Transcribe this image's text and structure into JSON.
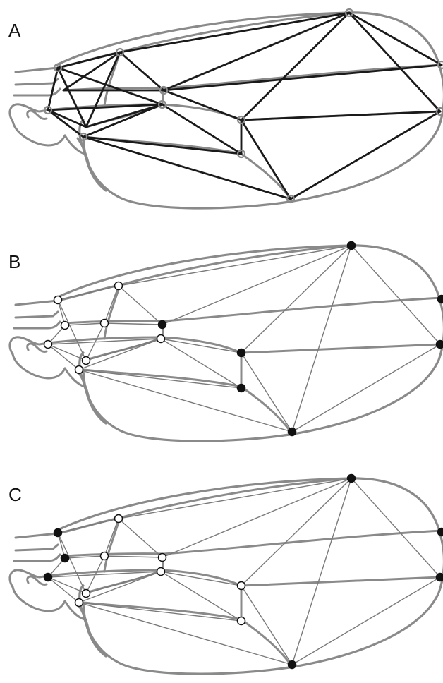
{
  "panels": [
    {
      "label": "A",
      "style": "dark-edges"
    },
    {
      "label": "B",
      "style": "nodes-b"
    },
    {
      "label": "C",
      "style": "nodes-c"
    }
  ],
  "colors": {
    "wing": "#8a8a8a",
    "edge_dark": "#1a1a1a",
    "edge_light": "#7a7a7a",
    "node_filled": "#111111",
    "node_open": "#ffffff"
  }
}
